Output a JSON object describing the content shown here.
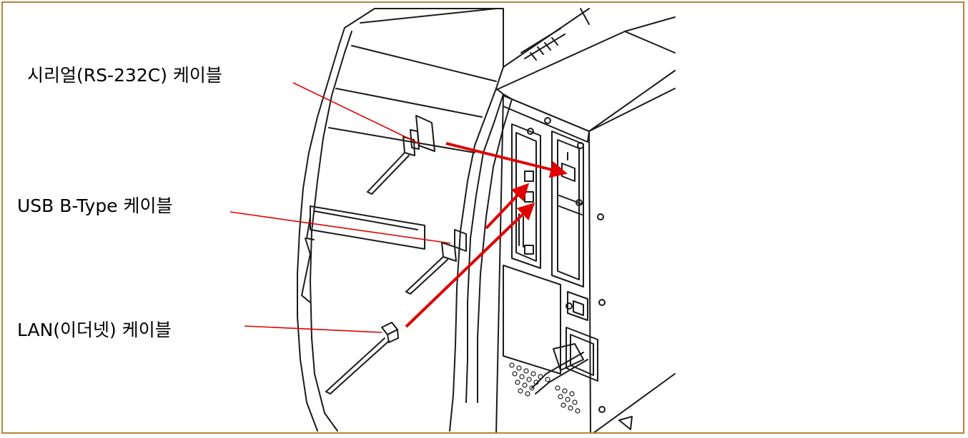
{
  "labels": {
    "serial": "시리얼(RS-232C) 케이블",
    "usb": "USB B-Type 케이블",
    "lan": "LAN(이더넷) 케이블"
  },
  "colors": {
    "frame": "#b8843a",
    "leader_line": "#e00000",
    "arrow": "#e00000",
    "drawing": "#1a1a1a"
  }
}
